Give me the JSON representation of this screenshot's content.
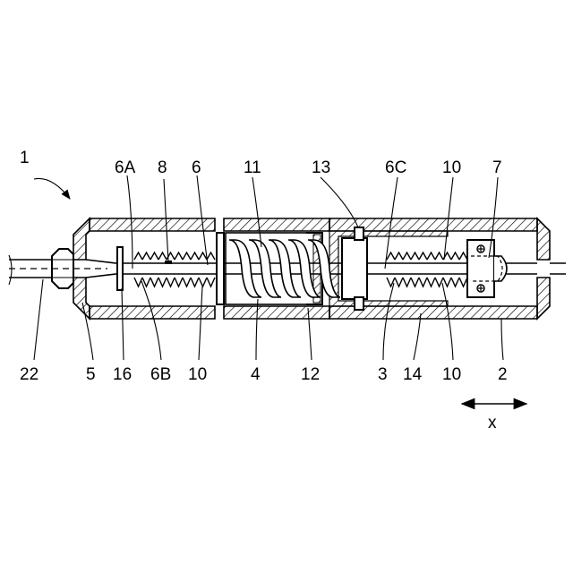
{
  "figure": {
    "labels": {
      "l1": "1",
      "l6A": "6A",
      "l8": "8",
      "l6": "6",
      "l11": "11",
      "l13": "13",
      "l6C": "6C",
      "l10top": "10",
      "l7": "7",
      "l22": "22",
      "l5": "5",
      "l16": "16",
      "l6B": "6B",
      "l10a": "10",
      "l4": "4",
      "l12": "12",
      "l3": "3",
      "l14": "14",
      "l10b": "10",
      "l2": "2",
      "axis": "x"
    }
  }
}
